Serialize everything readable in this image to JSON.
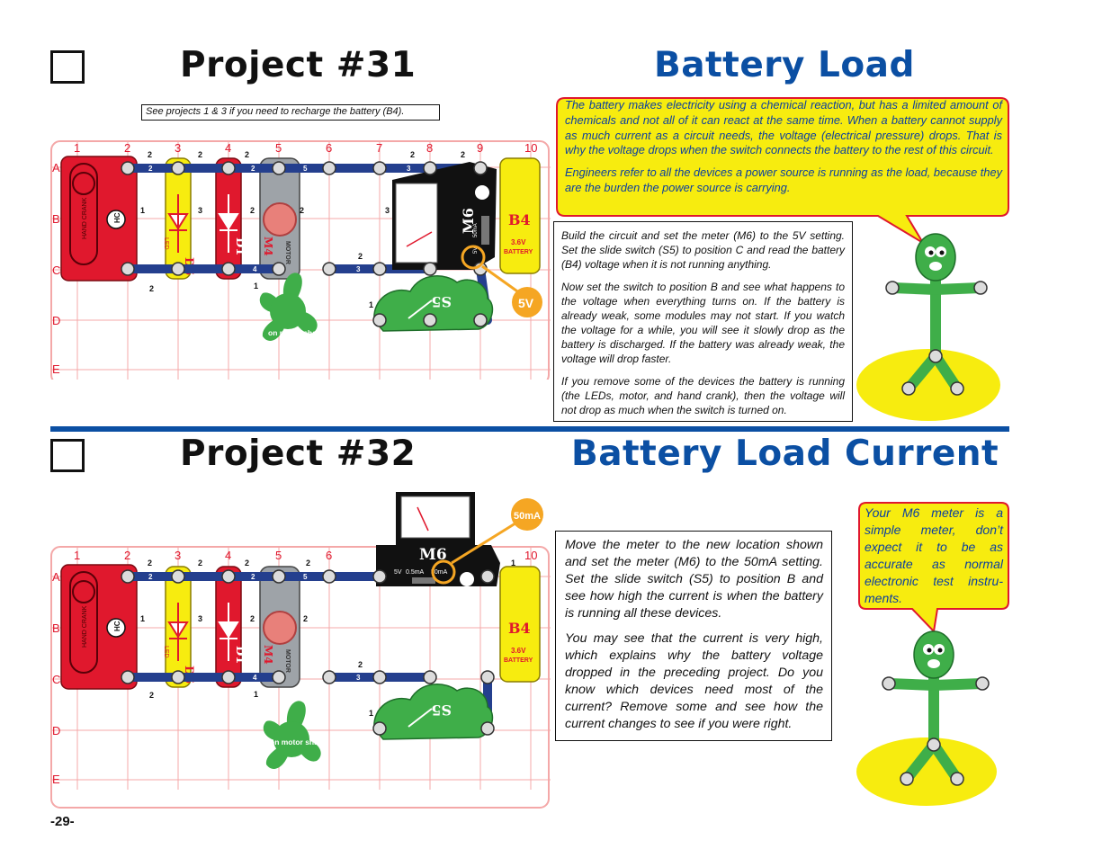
{
  "project31": {
    "number": "Project #31",
    "name": "Battery Load",
    "recharge_note": "See projects 1 & 3 if you need to recharge the battery (B4).",
    "bubble_paragraphs": [
      "The battery makes electricity using a chemical reaction, but has a limited amount of chemicals and not all of it can react at the same time. When a battery cannot supply as much current as a circuit needs, the voltage (electrical pressure) drops. That is why the voltage drops when the switch connects the battery to the rest of this circuit.",
      "Engineers refer to all the devices a power source is running as the load, because they are the burden the power source is carrying."
    ],
    "instructions": [
      "Build the circuit and set the meter (M6) to the 5V setting. Set the slide switch (S5) to position C and read the battery (B4) voltage when it is not running anything.",
      "Now set the switch to position B and see what happens to the voltage when everything turns on. If the battery is already weak, some modules may not start. If you watch the voltage for a while, you will see it slowly drop as the battery is discharged. If the battery was already weak, the voltage will drop faster.",
      "If you remove some of the devices the battery is running (the LEDs, motor, and hand crank), then the voltage will not drop as much when the switch is turned on."
    ],
    "meter_setting": "5V"
  },
  "project32": {
    "number": "Project #32",
    "name": "Battery Load Current",
    "bubble_text": "Your M6 meter is a simple meter, don’t expect it to be as accurate as normal electronic test instru-ments.",
    "instructions": [
      "Move the meter to the new location shown and set the meter (M6) to the 50mA setting. Set the slide switch (S5) to position B and see how high the current is when the battery is running all these devices.",
      "You may see that the current is very high, which explains why the battery voltage dropped in the preceding project. Do you know which devices need most of the current? Remove some and see how the current changes to see if you were right."
    ],
    "meter_setting": "50mA"
  },
  "board": {
    "columns": [
      "1",
      "2",
      "3",
      "4",
      "5",
      "6",
      "7",
      "8",
      "9",
      "10"
    ],
    "rows": [
      "A",
      "B",
      "C",
      "D",
      "E"
    ],
    "parts": {
      "hand_crank": "HAND CRANK",
      "hc": "HC",
      "d5": "D5",
      "d1": "D1",
      "led": "LED",
      "m4": "M4",
      "motor": "MOTOR",
      "m6": "M6",
      "meter_5v": "5V",
      "meter_05ma": "0.5mA",
      "meter_50ma": "50mA",
      "b4": "B4",
      "b4_volts": "3.6V",
      "b4_type": "BATTERY",
      "s5": "S5",
      "motor_shaft": "on motor shaft"
    },
    "snap_numbers": [
      "2",
      "3",
      "4",
      "5",
      "1"
    ]
  },
  "colors": {
    "title_blue": "#0b4fa3",
    "bubble_yellow": "#f7ec0f",
    "bubble_border": "#e0182d",
    "board_red": "#e0182d",
    "snap_blue": "#243f8e",
    "part_green": "#3fae49",
    "callout_orange": "#f5a623"
  },
  "page_number": "-29-"
}
